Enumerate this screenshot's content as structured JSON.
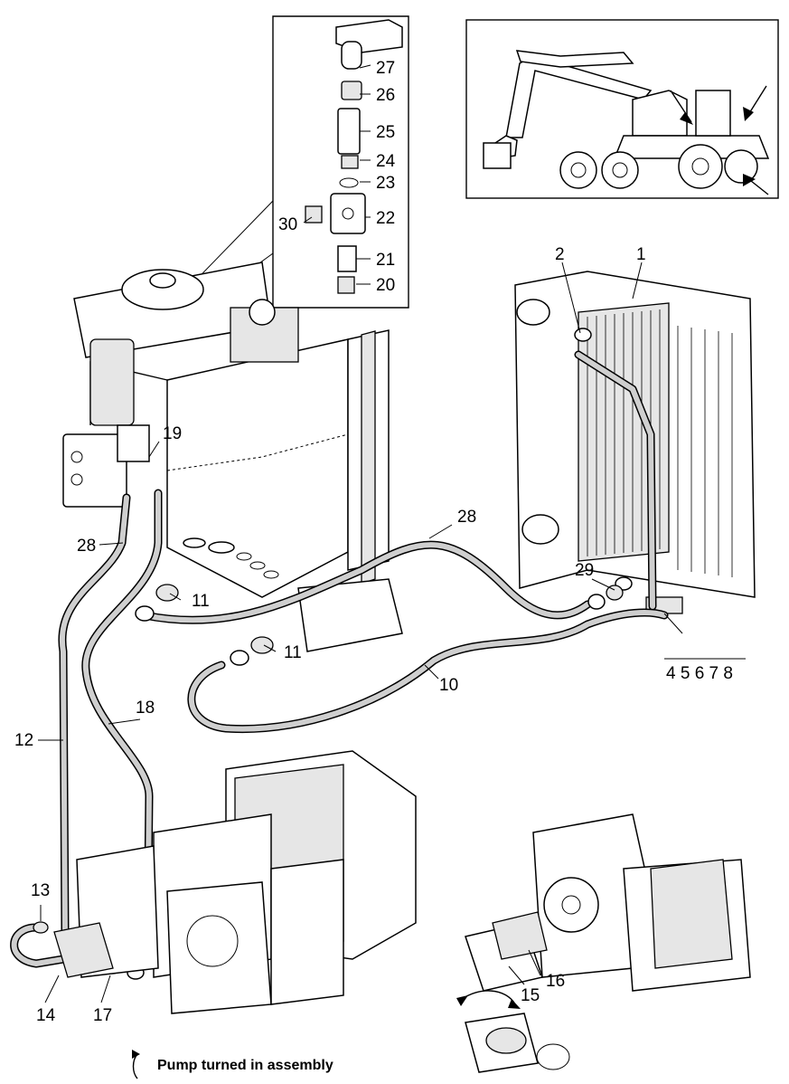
{
  "caption": "Pump turned in assembly",
  "callouts": {
    "c1": "1",
    "c2": "2",
    "c4to8": "4 5 6 7 8",
    "c10": "10",
    "c11a": "11",
    "c11b": "11",
    "c12": "12",
    "c13": "13",
    "c14": "14",
    "c15": "15",
    "c16": "16",
    "c17": "17",
    "c18": "18",
    "c19": "19",
    "c20": "20",
    "c21": "21",
    "c22": "22",
    "c23": "23",
    "c24": "24",
    "c25": "25",
    "c26": "26",
    "c27": "27",
    "c28a": "28",
    "c28b": "28",
    "c29": "29",
    "c30": "30"
  }
}
